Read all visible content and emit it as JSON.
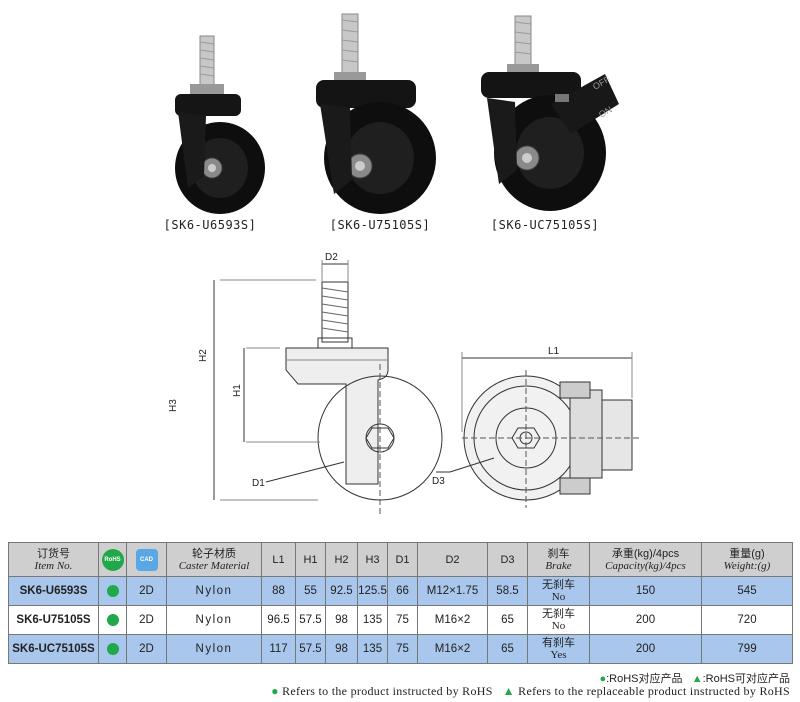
{
  "products": [
    {
      "model": "[SK6-U6593S]"
    },
    {
      "model": "[SK6-U75105S]"
    },
    {
      "model": "[SK6-UC75105S]"
    }
  ],
  "drawing": {
    "labels": {
      "d2": "D2",
      "h2": "H2",
      "h1": "H1",
      "h3": "H3",
      "d1": "D1",
      "l1": "L1",
      "d3": "D3",
      "off": "OFF",
      "on": "ON"
    }
  },
  "table": {
    "headers": {
      "order_cn": "订货号",
      "order_en": "Item No.",
      "rohs": "RoHS",
      "cad": "CAD",
      "material_cn": "轮子材质",
      "material_en": "Caster Material",
      "l1": "L1",
      "h1": "H1",
      "h2": "H2",
      "h3": "H3",
      "d1": "D1",
      "d2": "D2",
      "d3": "D3",
      "brake_cn": "刹车",
      "brake_en": "Brake",
      "capacity_cn": "承重(kg)/4pcs",
      "capacity_en": "Capacity(kg)/4pcs",
      "weight_cn": "重量(g)",
      "weight_en": "Weight:(g)"
    },
    "rows": [
      {
        "item": "SK6-U6593S",
        "cad": "2D",
        "material": "Nylon",
        "l1": "88",
        "h1": "55",
        "h2": "92.5",
        "h3": "125.5",
        "d1": "66",
        "d2": "M12×1.75",
        "d3": "58.5",
        "brake_cn": "无刹车",
        "brake_en": "No",
        "capacity": "150",
        "weight": "545"
      },
      {
        "item": "SK6-U75105S",
        "cad": "2D",
        "material": "Nylon",
        "l1": "96.5",
        "h1": "57.5",
        "h2": "98",
        "h3": "135",
        "d1": "75",
        "d2": "M16×2",
        "d3": "65",
        "brake_cn": "无刹车",
        "brake_en": "No",
        "capacity": "200",
        "weight": "720"
      },
      {
        "item": "SK6-UC75105S",
        "cad": "2D",
        "material": "Nylon",
        "l1": "117",
        "h1": "57.5",
        "h2": "98",
        "h3": "135",
        "d1": "75",
        "d2": "M16×2",
        "d3": "65",
        "brake_cn": "有刹车",
        "brake_en": "Yes",
        "capacity": "200",
        "weight": "799"
      }
    ]
  },
  "legend": {
    "cn_rohs": ":RoHS对应产品",
    "cn_rohs_replace": ":RoHS可对应产品",
    "en_rohs": "Refers to the product instructed by RoHS",
    "en_rohs_replace": "Refers to the replaceable product instructed by RoHS"
  },
  "colors": {
    "row_highlight": "#a9c7ec",
    "header": "#cfcfcf",
    "rohs_green": "#20a84a",
    "cad_blue": "#5aa7e6"
  },
  "icons": [
    "rohs-leaf-icon",
    "cad-file-icon",
    "green-dot-icon",
    "green-triangle-icon"
  ]
}
